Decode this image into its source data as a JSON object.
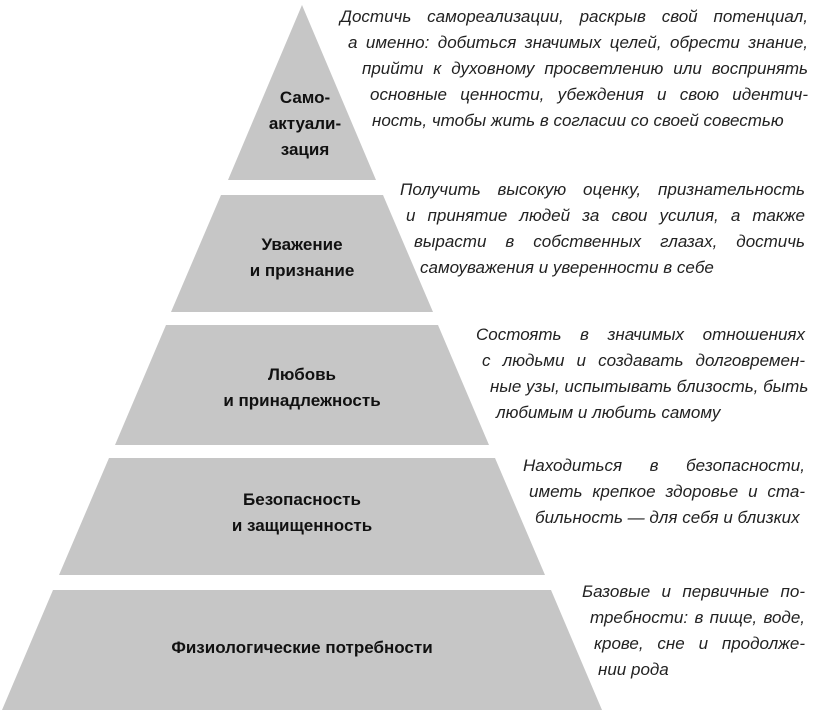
{
  "colors": {
    "tier_fill": "#c6c6c6",
    "text": "#111111"
  },
  "tiers": [
    {
      "label_lines": [
        "Само-",
        "актуали-",
        "зация"
      ],
      "description_lines": [
        "Достичь самореализации, раскрыв свой потенциал,",
        "а именно: добиться значимых целей, обрести знание,",
        "прийти к духовному просветлению или воспринять",
        "основные ценности, убеждения и свою идентич-",
        "ность, чтобы жить в согласии со своей совестью"
      ]
    },
    {
      "label_lines": [
        "Уважение",
        "и признание"
      ],
      "description_lines": [
        "Получить высокую оценку, признательность",
        "и принятие людей за свои усилия, а также",
        "вырасти в собственных глазах, достичь",
        "самоуважения и уверенности в себе"
      ]
    },
    {
      "label_lines": [
        "Любовь",
        "и принадлежность"
      ],
      "description_lines": [
        "Состоять в значимых отношениях",
        "с людьми и создавать долговремен-",
        "ные узы, испытывать близость, быть",
        "любимым и любить самому"
      ]
    },
    {
      "label_lines": [
        "Безопасность",
        "и защищенность"
      ],
      "description_lines": [
        "Находиться в безопасности,",
        "иметь крепкое здоровье и ста-",
        "бильность — для себя и близких"
      ]
    },
    {
      "label_lines": [
        "Физиологические потребности"
      ],
      "description_lines": [
        "Базовые и первичные по-",
        "требности: в пище, воде,",
        "крове, сне и продолже-",
        "нии рода"
      ]
    }
  ]
}
